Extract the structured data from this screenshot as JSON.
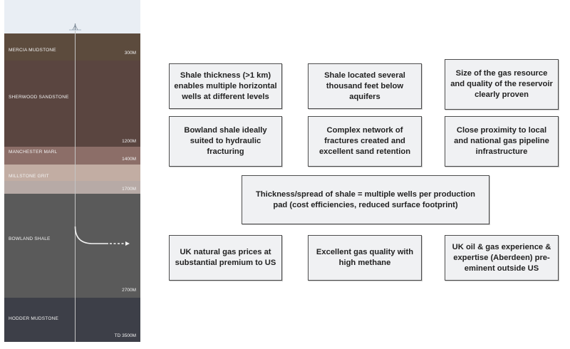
{
  "colors": {
    "sky": "#e9eef4",
    "mercia": "#5c4b3d",
    "sherwood": "#5a4540",
    "manchester": "#8c6e68",
    "millstone": "#c2ada3",
    "millstone_band": "#b7aaa6",
    "bowland": "#5a5a5a",
    "hodder": "#3d3f48",
    "well": "#e6e6e6",
    "box_fill": "#f0f1f3",
    "box_border": "#4d4d4d"
  },
  "column": {
    "layers": [
      {
        "name": "MERCIA MUDSTONE",
        "depth": "300M"
      },
      {
        "name": "SHERWOOD SANDSTONE",
        "depth": "1200M"
      },
      {
        "name": "MANCHESTER MARL",
        "depth": "1400M"
      },
      {
        "name": "MILLSTONE GRIT",
        "depth": "1700M"
      },
      {
        "name": "BOWLAND SHALE",
        "depth": "2700M"
      },
      {
        "name": "HODDER MUDSTONE",
        "depth": "TD 3500M"
      }
    ]
  },
  "boxes": {
    "b1": "Shale thickness (>1 km) enables multiple horizontal wells at different levels",
    "b2": "Shale located several thousand feet below aquifers",
    "b3": "Size of the gas resource and quality of the reservoir clearly proven",
    "b4": "Bowland shale ideally suited to hydraulic fracturing",
    "b5": "Complex network of fractures created and excellent sand retention",
    "b6": "Close proximity to local and national gas pipeline infrastructure",
    "b7": "Thickness/spread of shale = multiple wells per production pad (cost efficiencies, reduced surface footprint)",
    "b8": "UK natural gas prices at substantial premium to US",
    "b9": "Excellent gas quality with high methane",
    "b10": "UK oil & gas experience & expertise (Aberdeen) pre-eminent outside US"
  }
}
